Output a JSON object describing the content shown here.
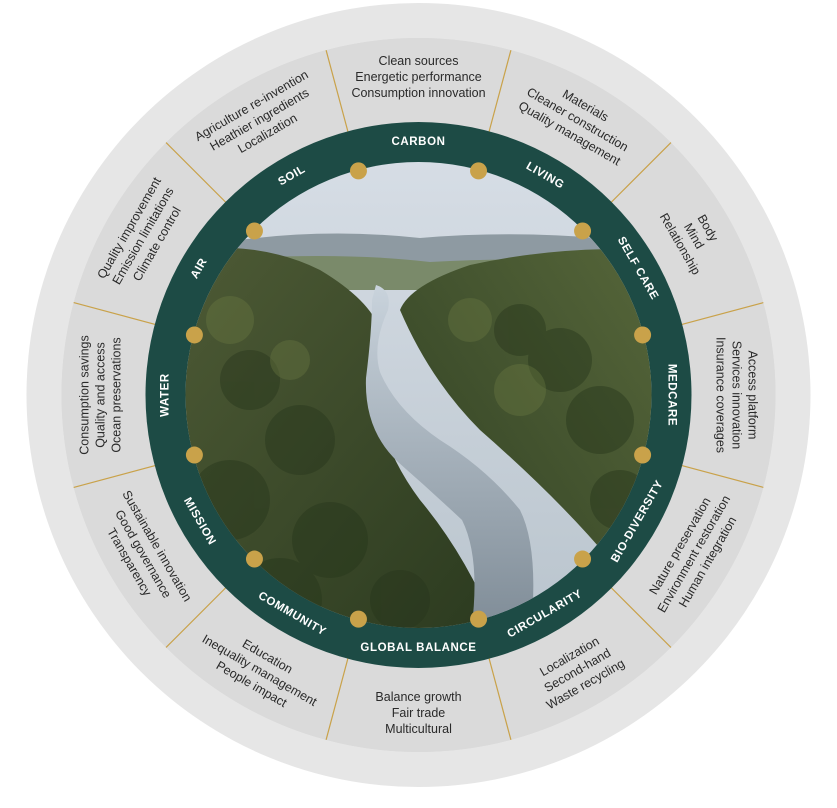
{
  "colors": {
    "outer_ring": "#e6e6e6",
    "segment_fill": "#dadada",
    "separator": "#c9a24a",
    "ring": "#1d4b45",
    "dot": "#c9a24a"
  },
  "image": {
    "description_icon": "river-valley-photo"
  },
  "segments": [
    {
      "id": "carbon",
      "label": "CARBON",
      "lines": [
        "Clean sources",
        "Energetic performance",
        "Consumption innovation"
      ]
    },
    {
      "id": "living",
      "label": "LIVING",
      "lines": [
        "Materials",
        "Cleaner construction",
        "Quality management"
      ]
    },
    {
      "id": "self-care",
      "label": "SELF CARE",
      "lines": [
        "Body",
        "Mind",
        "Relationship"
      ]
    },
    {
      "id": "medcare",
      "label": "MEDCARE",
      "lines": [
        "Access platform",
        "Services innovation",
        "Insurance coverages"
      ]
    },
    {
      "id": "bio-diversity",
      "label": "BIO-DIVERSITY",
      "lines": [
        "Nature preservation",
        "Environment restoration",
        "Human integration"
      ]
    },
    {
      "id": "circularity",
      "label": "CIRCULARITY",
      "lines": [
        "Localization",
        "Second-hand",
        "Waste recycling"
      ]
    },
    {
      "id": "global-balance",
      "label": "GLOBAL BALANCE",
      "lines": [
        "Balance growth",
        "Fair trade",
        "Multicultural"
      ]
    },
    {
      "id": "community",
      "label": "COMMUNITY",
      "lines": [
        "Education",
        "Inequality management",
        "People impact"
      ]
    },
    {
      "id": "mission",
      "label": "MISSION",
      "lines": [
        "Sustainable innovation",
        "Good governance",
        "Transparency"
      ]
    },
    {
      "id": "water",
      "label": "WATER",
      "lines": [
        "Consumption savings",
        "Quality and access",
        "Ocean preservations"
      ]
    },
    {
      "id": "air",
      "label": "AIR",
      "lines": [
        "Quality improvement",
        "Emission limitations",
        "Climate control"
      ]
    },
    {
      "id": "soil",
      "label": "SOIL",
      "lines": [
        "Agriculture re-invention",
        "Heathier ingredients",
        "Localization"
      ]
    }
  ]
}
